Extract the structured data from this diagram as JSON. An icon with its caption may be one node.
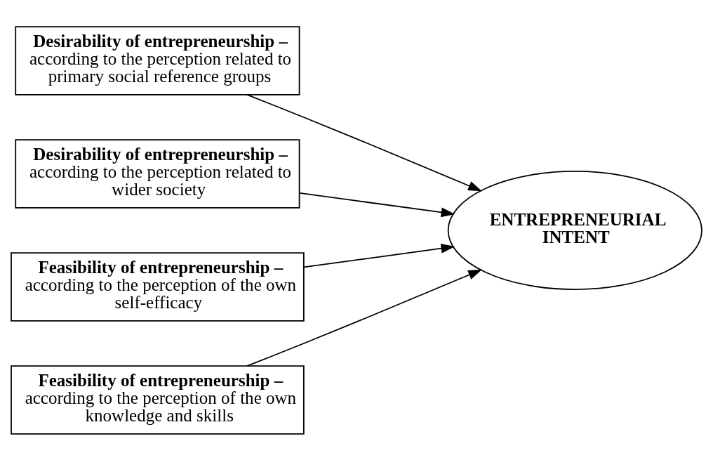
{
  "diagram": {
    "nodes": [
      {
        "text": [
          "Desirability of entrepreneurship –",
          "according to the perception related to primary social reference groups"
        ]
      },
      {
        "text": [
          "Desirability of entrepreneurship –",
          "according to the perception related to wider society"
        ]
      },
      {
        "text": [
          "Feasibility of entrepreneurship –",
          "according to the perception of the own self-efficacy"
        ]
      },
      {
        "text": [
          "Feasibility of entrepreneurship –",
          "according to the perception of the own knowledge and skills"
        ]
      },
      {
        "text": [
          "ENTREPRENEURIAL INTENT"
        ]
      }
    ],
    "edges": [
      {
        "from": 0,
        "to": 4,
        "arrow": "to"
      },
      {
        "from": 1,
        "to": 4,
        "arrow": "to"
      },
      {
        "from": 2,
        "to": 4,
        "arrow": "to"
      },
      {
        "from": 3,
        "to": 4,
        "arrow": "to"
      }
    ]
  }
}
